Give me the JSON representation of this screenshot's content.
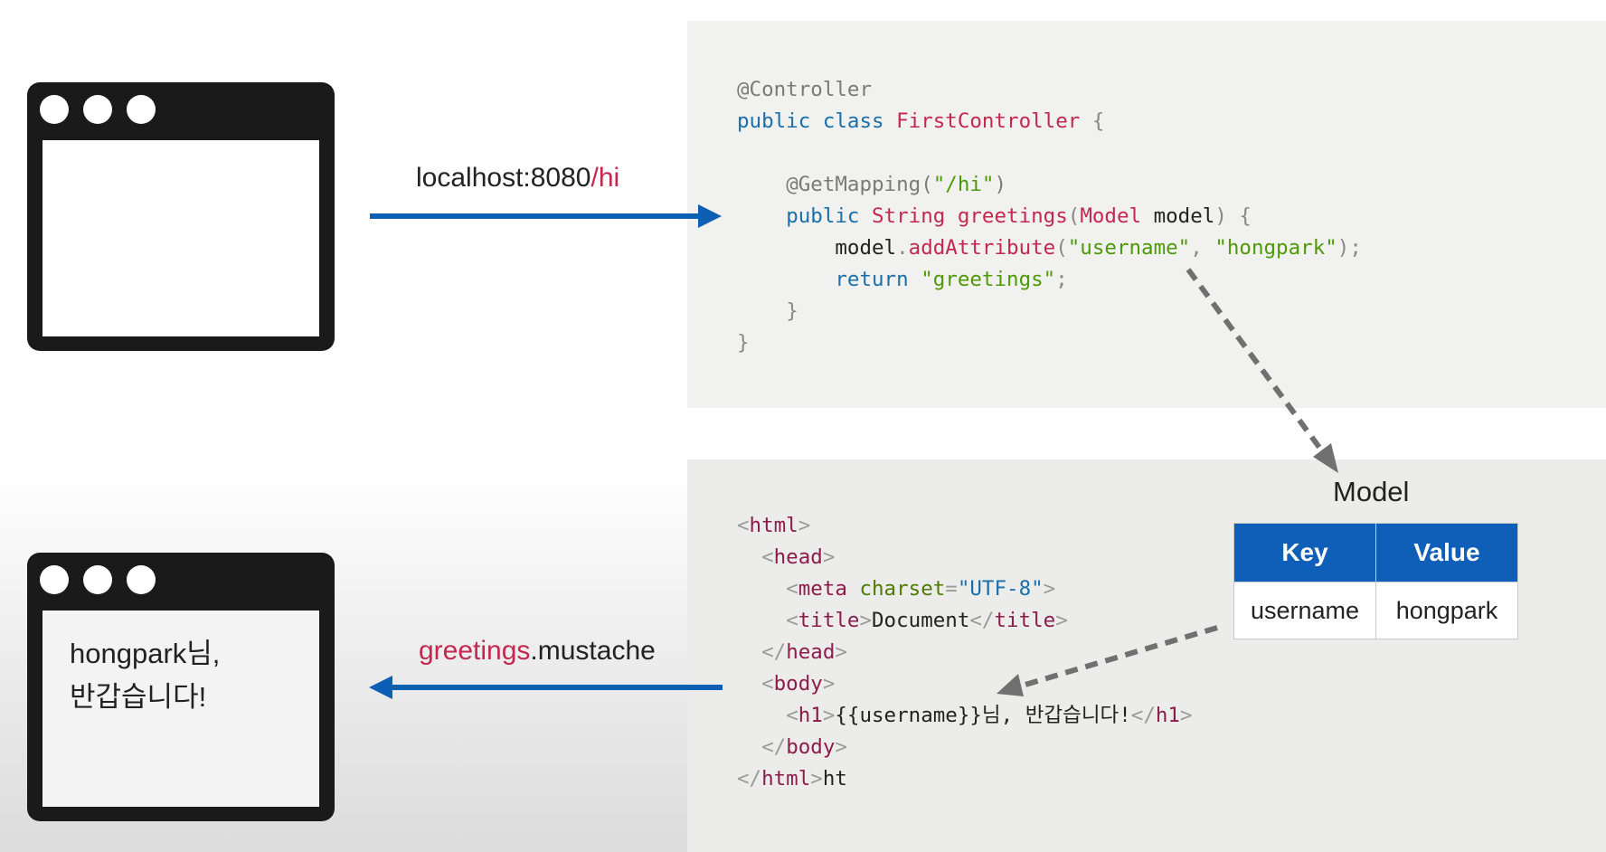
{
  "request": {
    "host": "localhost:8080",
    "path": "/hi"
  },
  "response": {
    "name": "greetings",
    "ext": ".mustache"
  },
  "java_code": {
    "line1": "@Controller",
    "line2": {
      "kw1": "public",
      "kw2": "class",
      "cls": "FirstController",
      "brace": "{"
    },
    "line4": {
      "ann": "@GetMapping(",
      "str": "\"/hi\"",
      "close": ")"
    },
    "line5": {
      "kw": "public",
      "type": "String",
      "method": "greetings",
      "open": "(",
      "ptype": "Model",
      "pname": "model",
      "close": ") {"
    },
    "line6": {
      "obj": "model",
      "dot": ".",
      "method": "addAttribute",
      "open": "(",
      "arg1": "\"username\"",
      "comma": ",",
      "arg2": "\"hongpark\"",
      "close": ");"
    },
    "line7": {
      "kw": "return",
      "str": "\"greetings\"",
      "semi": ";"
    },
    "line8": "}",
    "line9": "}"
  },
  "html_code": {
    "l1": {
      "open": "<",
      "tag": "html",
      "close": ">"
    },
    "l2": {
      "open": "<",
      "tag": "head",
      "close": ">"
    },
    "l3": {
      "open": "<",
      "tag": "meta",
      "attr": "charset",
      "eq": "=",
      "val": "\"UTF-8\"",
      "close": ">"
    },
    "l4": {
      "open": "<",
      "tag": "title",
      "mid": ">",
      "text": "Document",
      "end_open": "</",
      "end_tag": "title",
      "close": ">"
    },
    "l5": {
      "open": "</",
      "tag": "head",
      "close": ">"
    },
    "l6": {
      "open": "<",
      "tag": "body",
      "close": ">"
    },
    "l7": {
      "open": "<",
      "tag": "h1",
      "mid": ">",
      "text": "{{username}}님, 반갑습니다!",
      "end_open": "</",
      "end_tag": "h1",
      "close": ">"
    },
    "l8": {
      "open": "</",
      "tag": "body",
      "close": ">"
    },
    "l9": {
      "open": "</",
      "tag": "html",
      "close": ">",
      "trail": "ht"
    }
  },
  "model": {
    "title": "Model",
    "headers": [
      "Key",
      "Value"
    ],
    "rows": [
      [
        "username",
        "hongpark"
      ]
    ]
  },
  "rendered_page": {
    "line1": "hongpark님,",
    "line2": "반갑습니다!"
  },
  "colors": {
    "arrow": "#0d5fb3",
    "dashed": "#707070",
    "accent": "#c4284e",
    "table_header": "#0f5fb8"
  }
}
